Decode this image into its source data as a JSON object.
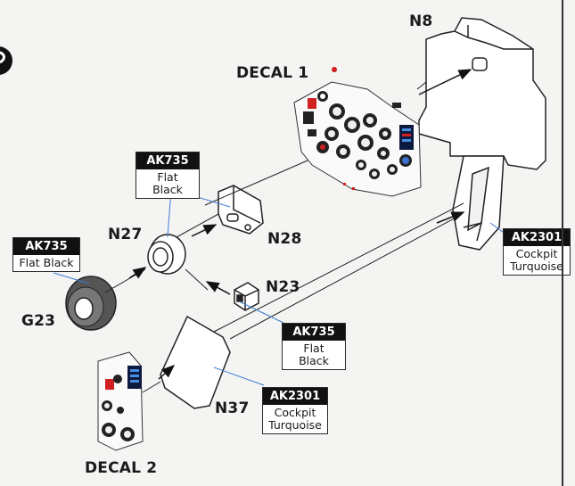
{
  "parts": {
    "n8": "N8",
    "decal1": "DECAL 1",
    "n27": "N27",
    "n28": "N28",
    "n23": "N23",
    "g23": "G23",
    "n37": "N37",
    "decal2": "DECAL 2"
  },
  "paints": {
    "p1": {
      "code": "AK735",
      "name": "Flat Black"
    },
    "p2": {
      "code": "AK735",
      "name": "Flat Black"
    },
    "p3": {
      "code": "AK735",
      "name": "Flat Black"
    },
    "p4": {
      "code": "AK2301",
      "name1": "Cockpit",
      "name2": "Turquoise"
    },
    "p5": {
      "code": "AK2301",
      "name1": "Cockpit",
      "name2": "Turquoise"
    }
  }
}
